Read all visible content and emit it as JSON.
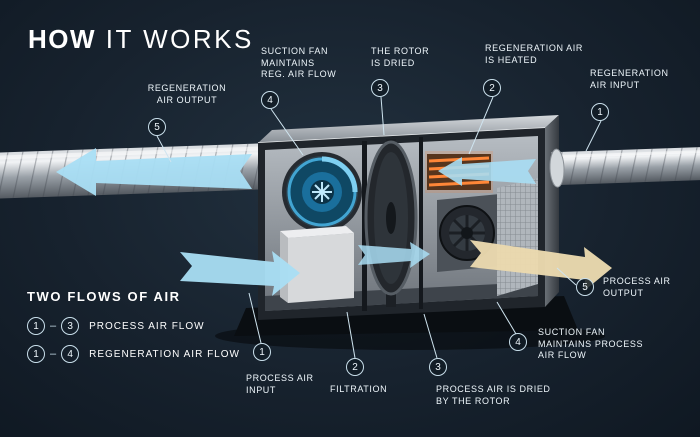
{
  "title": {
    "word1": "HOW",
    "word2": " IT WORKS"
  },
  "top_callouts": [
    {
      "num": "5",
      "label": "REGENERATION\nAIR OUTPUT"
    },
    {
      "num": "4",
      "label": "SUCTION FAN\nMAINTAINS\nREG. AIR FLOW"
    },
    {
      "num": "3",
      "label": "THE ROTOR\nIS DRIED"
    },
    {
      "num": "2",
      "label": "REGENERATION AIR\nIS HEATED"
    },
    {
      "num": "1",
      "label": "REGENERATION\nAIR INPUT"
    }
  ],
  "bottom_callouts": [
    {
      "num": "1",
      "label": "PROCESS AIR\nINPUT"
    },
    {
      "num": "2",
      "label": "FILTRATION"
    },
    {
      "num": "3",
      "label": "PROCESS AIR IS DRIED\nBY THE ROTOR"
    },
    {
      "num": "4",
      "label": "SUCTION FAN\nMAINTAINS PROCESS\nAIR FLOW"
    },
    {
      "num": "5",
      "label": "PROCESS AIR\nOUTPUT"
    }
  ],
  "legend": {
    "title": "TWO FLOWS OF AIR",
    "dash": "–",
    "rows": [
      {
        "start": "1",
        "end": "3",
        "label": "PROCESS AIR FLOW"
      },
      {
        "start": "1",
        "end": "4",
        "label": "REGENERATION AIR FLOW"
      }
    ]
  },
  "colors": {
    "background": "#17222e",
    "accent_blue": "#a9def4",
    "fan_blue": "#49b6e8",
    "heater_orange": "#ff8a3c",
    "process_out_cream": "#ead9ae",
    "text": "#eef6fb"
  }
}
